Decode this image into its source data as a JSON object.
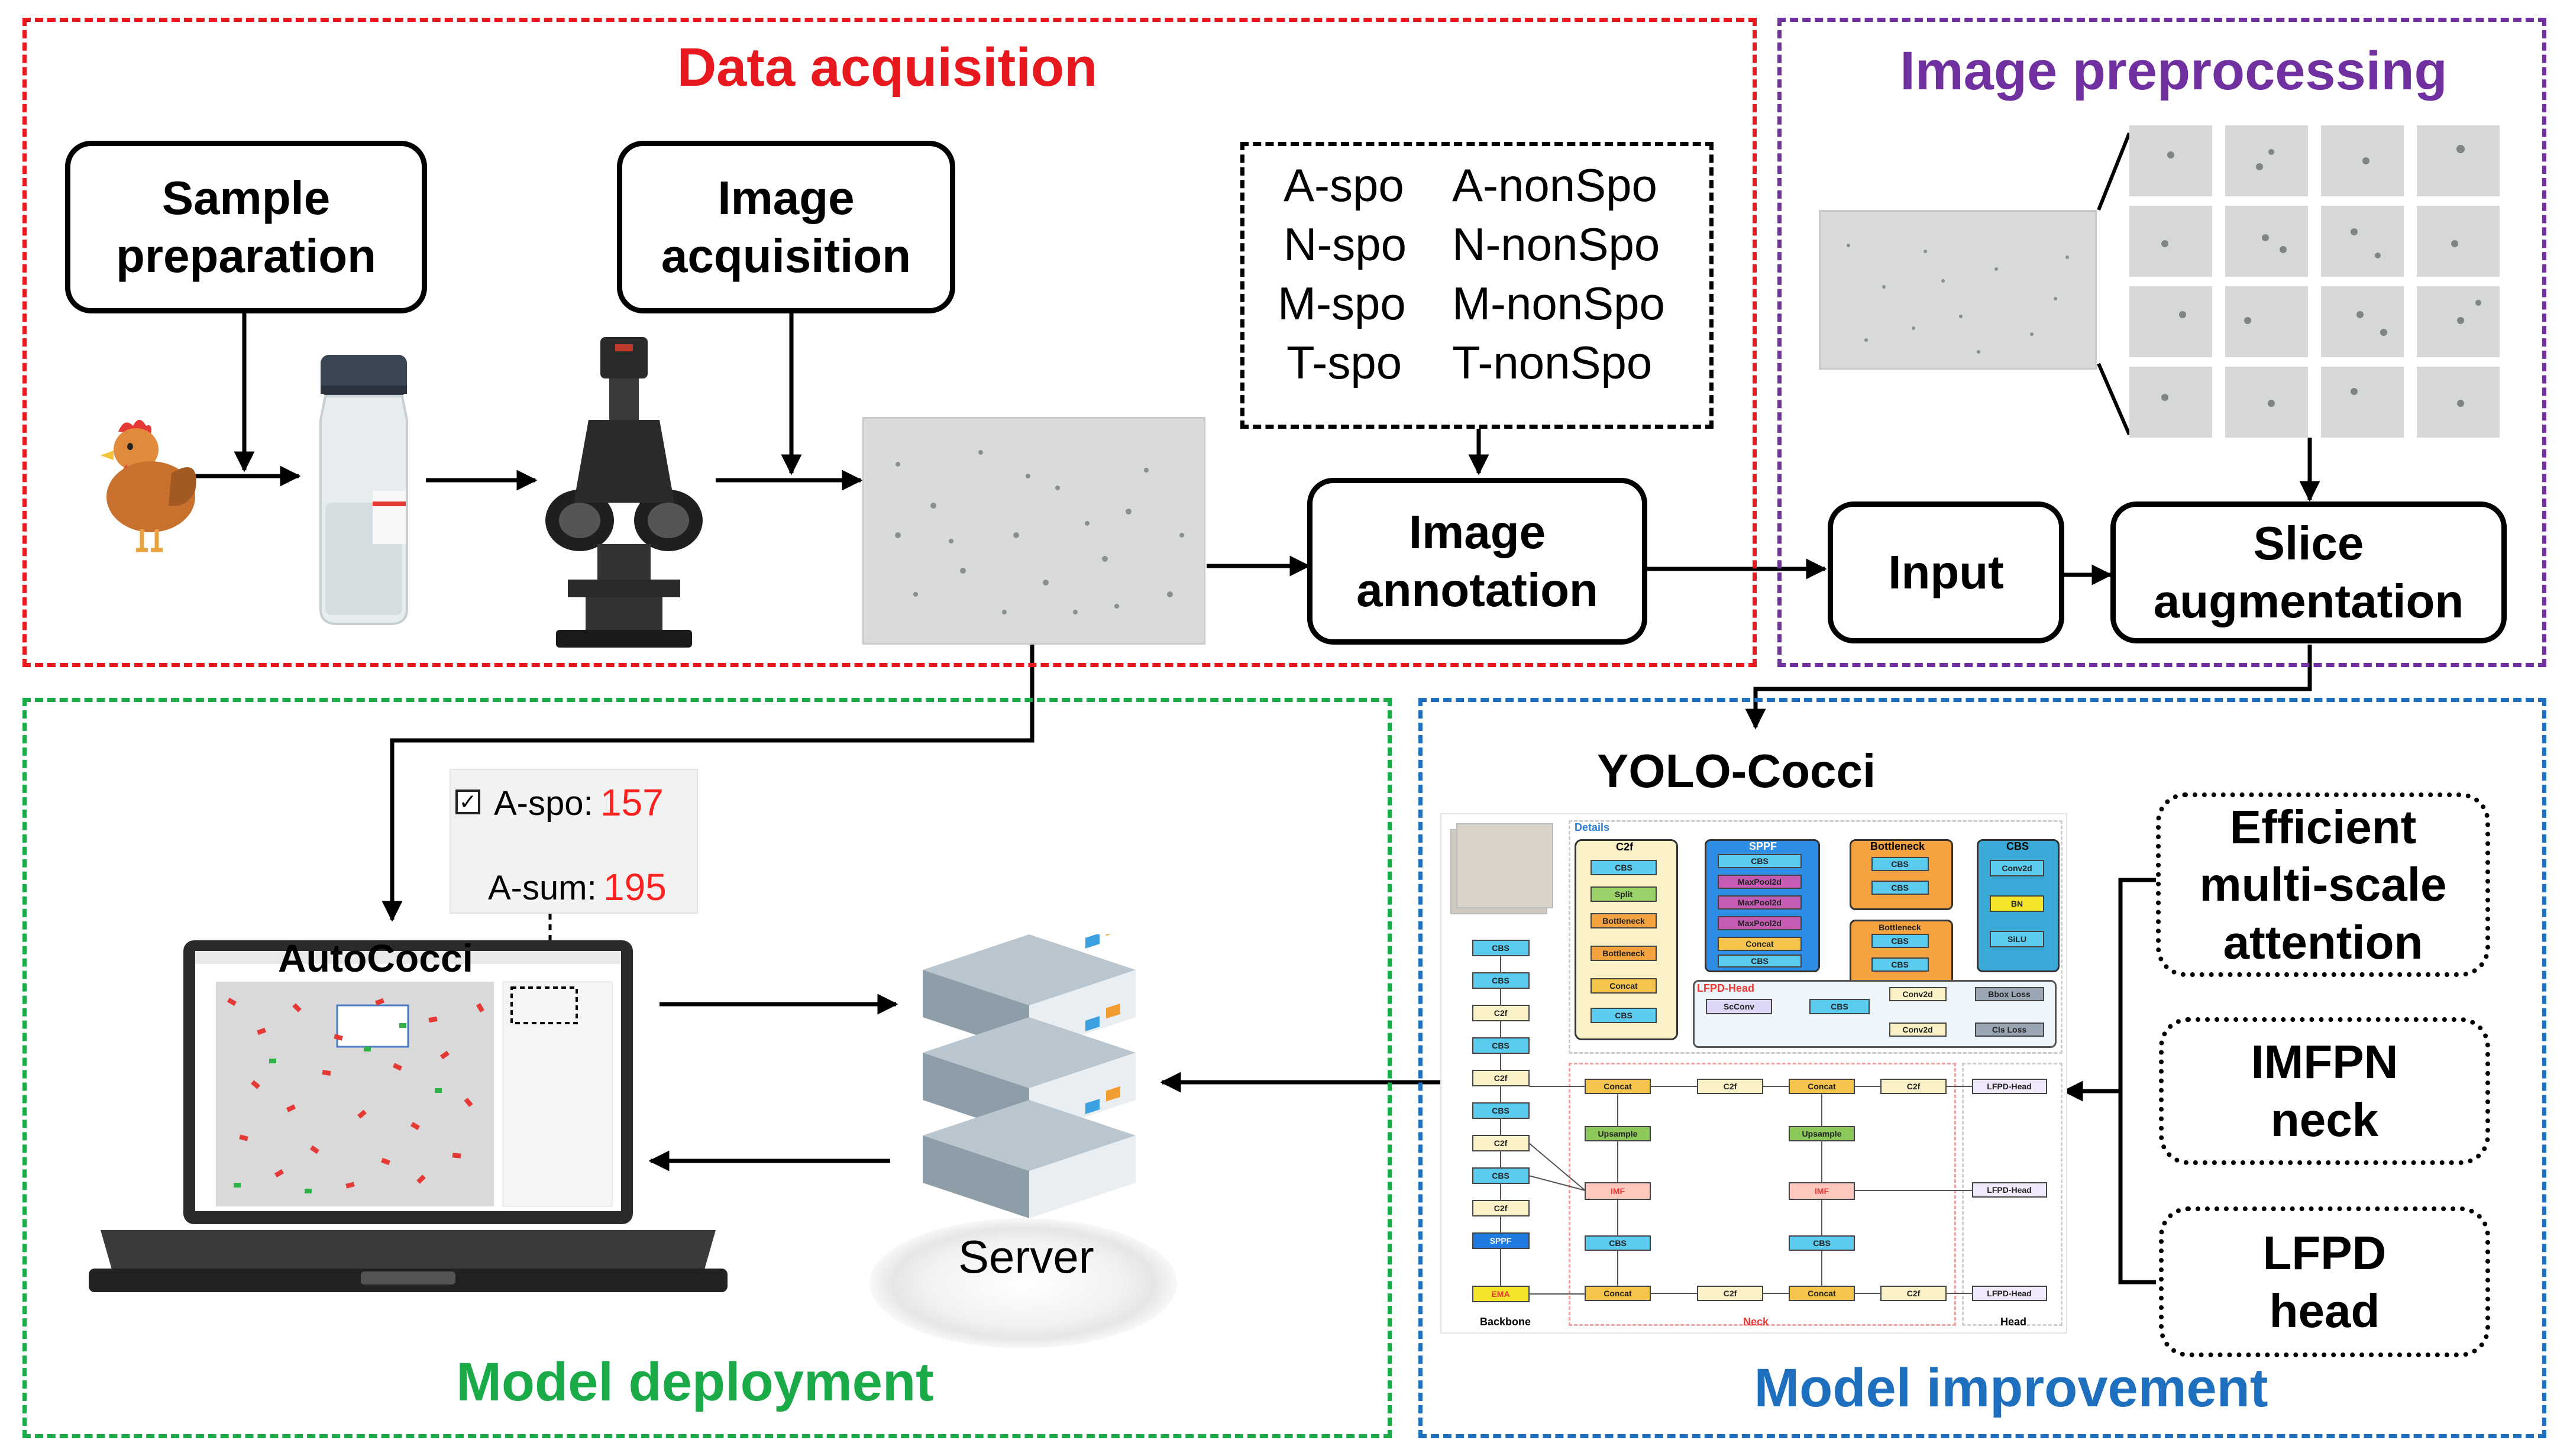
{
  "panels": {
    "data_acquisition": "Data acquisition",
    "image_preprocessing": "Image preprocessing",
    "model_deployment": "Model deployment",
    "model_improvement": "Model improvement"
  },
  "steps": {
    "sample_preparation": "Sample preparation",
    "image_acquisition": "Image acquisition",
    "image_annotation": "Image annotation",
    "input": "Input",
    "slice_augmentation": "Slice augmentation"
  },
  "classes": [
    "A-spo",
    "A-nonSpo",
    "N-spo",
    "N-nonSpo",
    "M-spo",
    "M-nonSpo",
    "T-spo",
    "T-nonSpo"
  ],
  "model": {
    "name": "YOLO-Cocci",
    "modules": [
      "Efficient multi-scale attention",
      "IMFPN neck",
      "LFPD head"
    ],
    "arch_labels": {
      "details": "Details",
      "c2f": "C2f",
      "cbs": "CBS",
      "split": "Split",
      "bottleneck": "Bottleneck",
      "concat": "Concat",
      "sppf": "SPPF",
      "maxpool": "MaxPool2d",
      "conv2d": "Conv2d",
      "bn": "BN",
      "silu": "SiLU",
      "lfpd_head": "LFPD-Head",
      "scconv": "ScConv",
      "bbox_loss": "Bbox Loss",
      "cls_loss": "Cls Loss",
      "upsample": "Upsample",
      "imf": "IMF",
      "ema": "EMA",
      "backbone": "Backbone",
      "neck": "Neck",
      "head": "Head"
    }
  },
  "deployment": {
    "app_name": "AutoCocci",
    "server": "Server",
    "count_spo_label": "A-spo:",
    "count_spo_value": "157",
    "count_sum_label": "A-sum:",
    "count_sum_value": "195",
    "checkbox": "✓"
  },
  "colors": {
    "red": "#e8191e",
    "purple": "#7030a0",
    "green": "#1aaa48",
    "blue": "#1f6fbf",
    "count_red": "#ff2020"
  }
}
